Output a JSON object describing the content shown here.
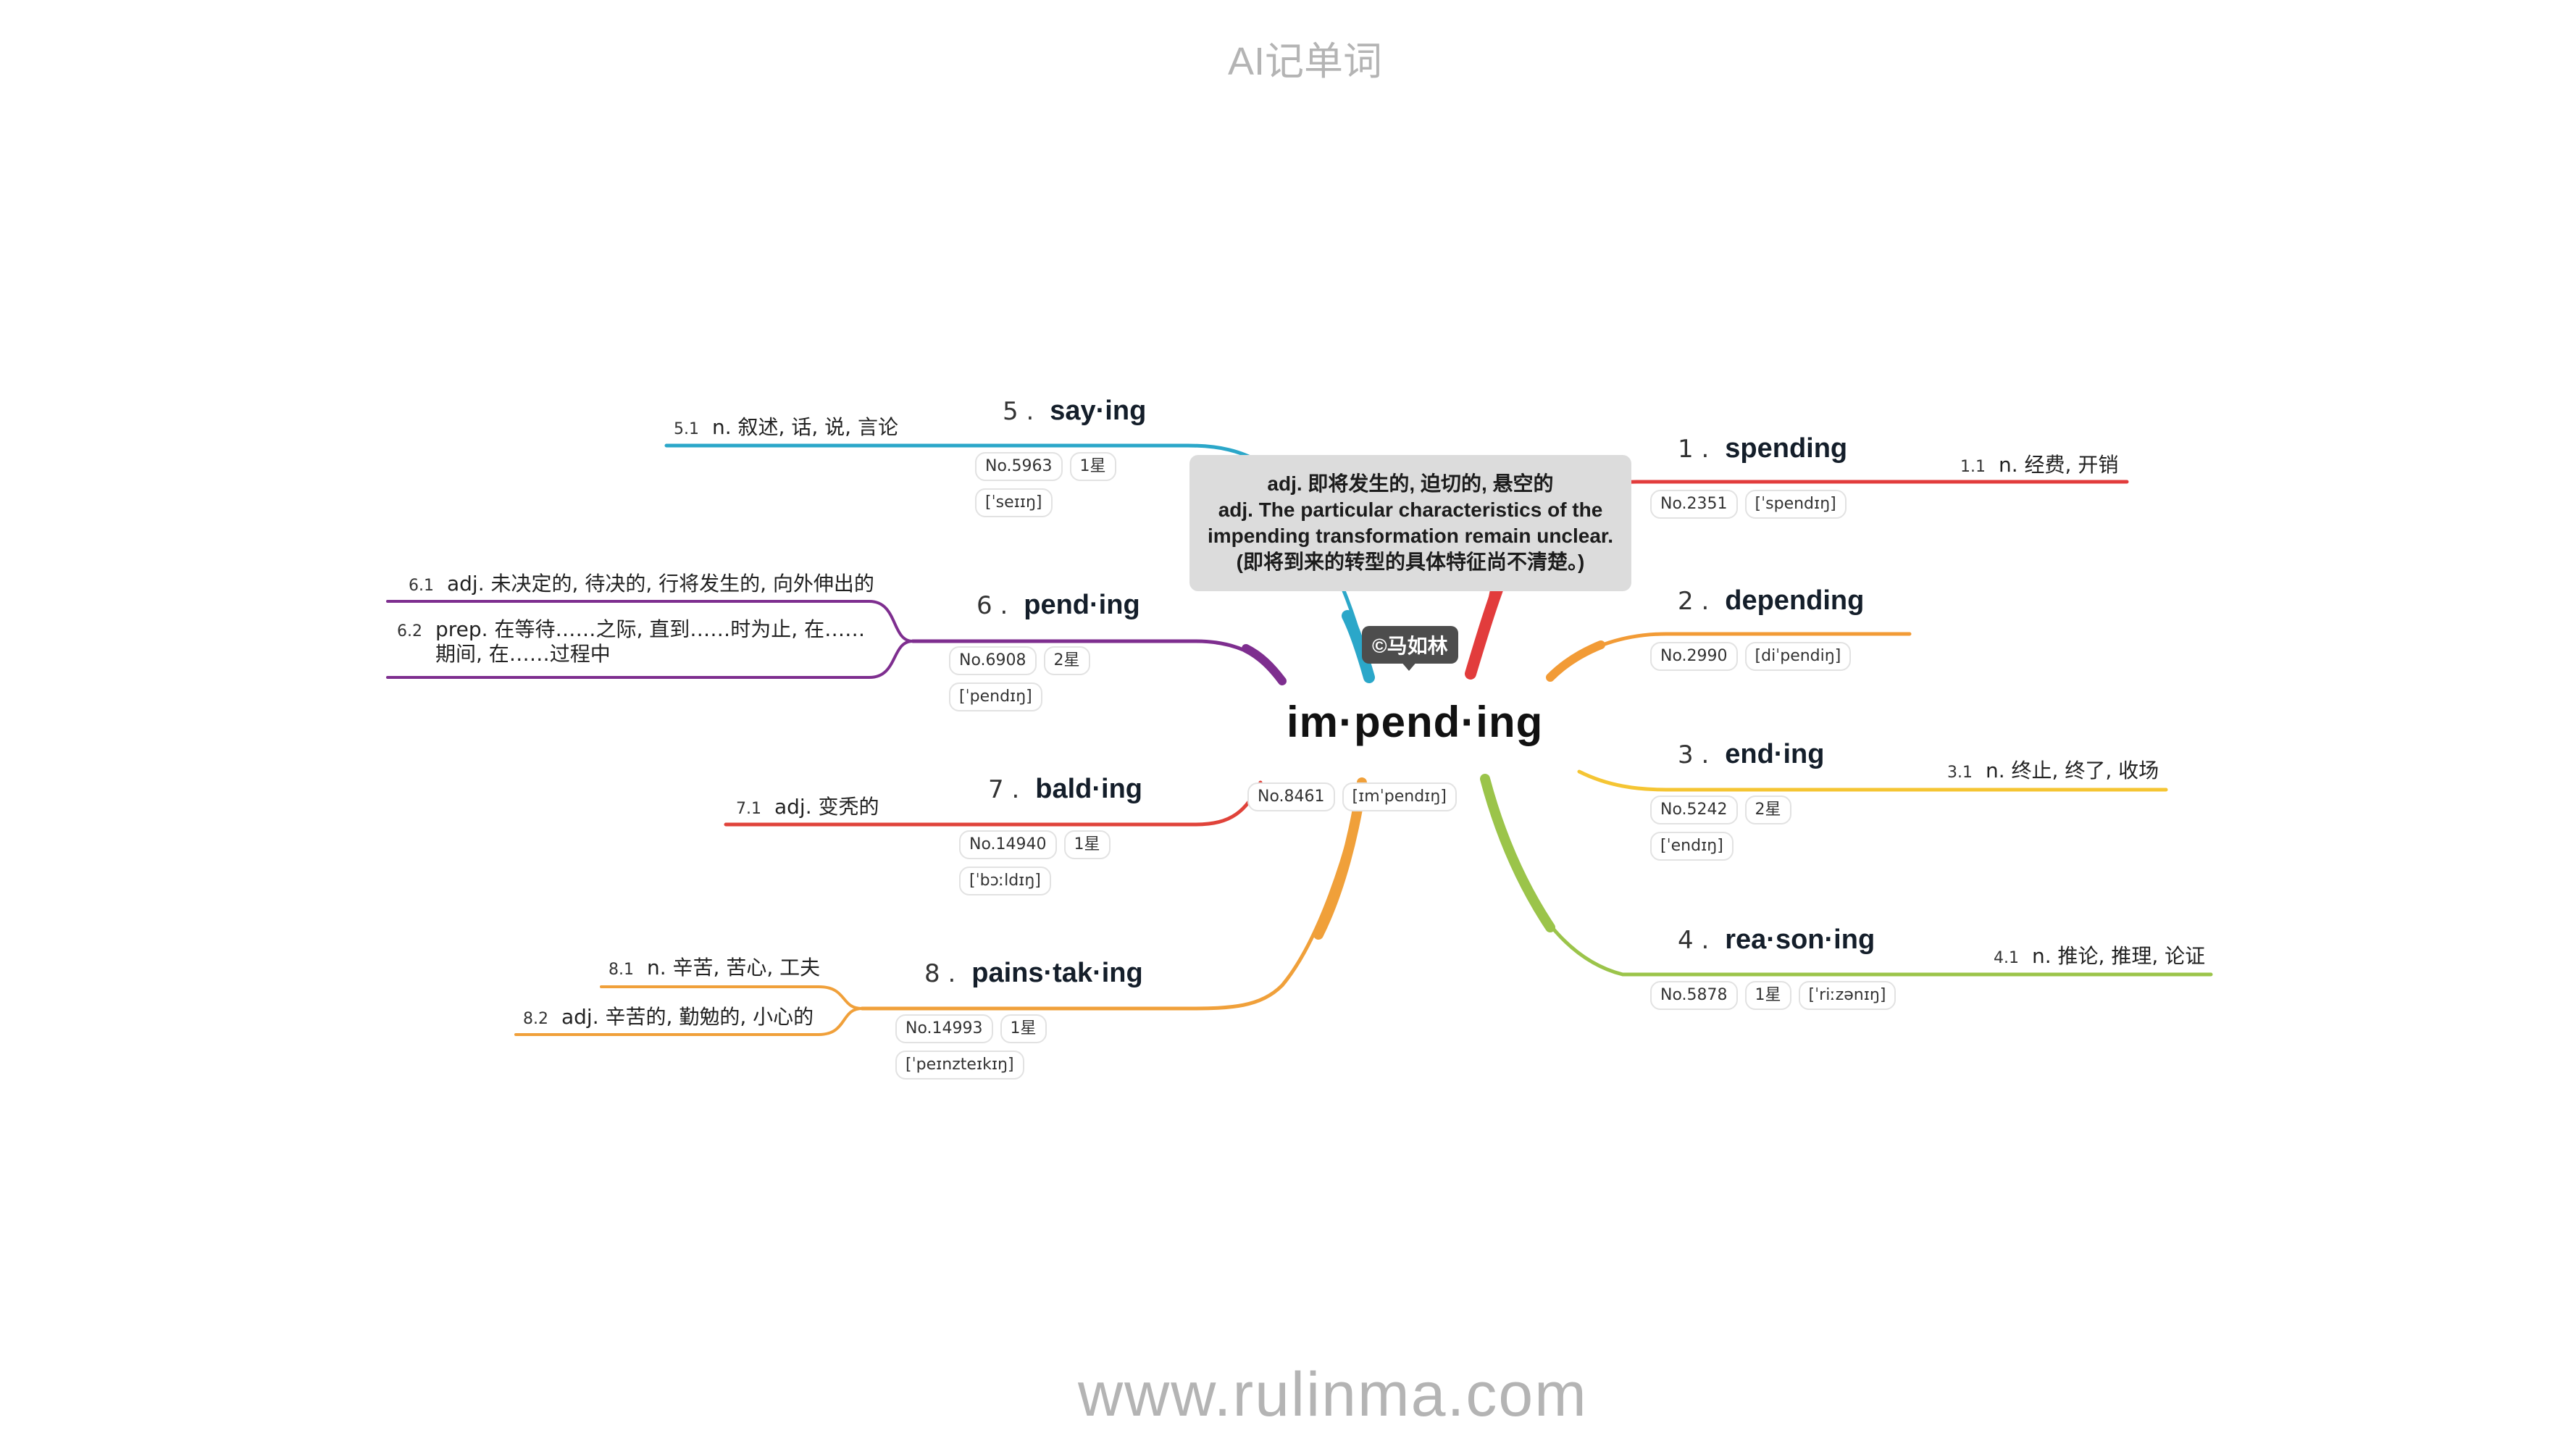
{
  "header": {
    "title": "AI记单词"
  },
  "footer": {
    "url": "www.rulinma.com"
  },
  "center": {
    "word": "im·pend·ing",
    "no": "No.8461",
    "phonetic": "[ɪmˈpendɪŋ]"
  },
  "tooltip": {
    "line1": "adj. 即将发生的, 迫切的, 悬空的",
    "line2": "adj. The particular characteristics of the impending transformation remain unclear. (即将到来的转型的具体特征尚不清楚。)"
  },
  "badge": {
    "text": "©马如林"
  },
  "colors": {
    "spending": "#e23c3c",
    "depending": "#f29b36",
    "ending": "#f5c533",
    "reasoning": "#9bc44a",
    "saying": "#2ba7c9",
    "pending": "#7e2e8f",
    "balding": "#e0433a",
    "painstaking": "#f0a03a"
  },
  "words": {
    "spending": {
      "num": "1 .",
      "word": "spending",
      "tags": [
        "No.2351",
        "[ˈspendɪŋ]"
      ],
      "meanings": [
        {
          "idx": "1.1",
          "text": "n. 经费, 开销"
        }
      ]
    },
    "depending": {
      "num": "2 .",
      "word": "depending",
      "tags": [
        "No.2990",
        "[diˈpendiŋ]"
      ],
      "meanings": []
    },
    "ending": {
      "num": "3 .",
      "word": "end·ing",
      "tags": [
        "No.5242",
        "2星",
        "[ˈendɪŋ]"
      ],
      "meanings": [
        {
          "idx": "3.1",
          "text": "n. 终止, 终了, 收场"
        }
      ]
    },
    "reasoning": {
      "num": "4 .",
      "word": "rea·son·ing",
      "tags": [
        "No.5878",
        "1星",
        "[ˈriːzənɪŋ]"
      ],
      "meanings": [
        {
          "idx": "4.1",
          "text": "n. 推论, 推理, 论证"
        }
      ]
    },
    "saying": {
      "num": "5 .",
      "word": "say·ing",
      "tags": [
        "No.5963",
        "1星",
        "[ˈseɪɪŋ]"
      ],
      "meanings": [
        {
          "idx": "5.1",
          "text": "n. 叙述, 话, 说, 言论"
        }
      ]
    },
    "pending": {
      "num": "6 .",
      "word": "pend·ing",
      "tags": [
        "No.6908",
        "2星",
        "[ˈpendɪŋ]"
      ],
      "meanings": [
        {
          "idx": "6.1",
          "text": "adj. 未决定的, 待决的, 行将发生的, 向外伸出的"
        },
        {
          "idx": "6.2",
          "text": "prep. 在等待……之际, 直到……时为止, 在……期间, 在……过程中"
        }
      ]
    },
    "balding": {
      "num": "7 .",
      "word": "bald·ing",
      "tags": [
        "No.14940",
        "1星",
        "[ˈbɔːldɪŋ]"
      ],
      "meanings": [
        {
          "idx": "7.1",
          "text": "adj. 变秃的"
        }
      ]
    },
    "painstaking": {
      "num": "8 .",
      "word": "pains·tak·ing",
      "tags": [
        "No.14993",
        "1星",
        "[ˈpeɪnzteɪkɪŋ]"
      ],
      "meanings": [
        {
          "idx": "8.1",
          "text": "n. 辛苦, 苦心, 工夫"
        },
        {
          "idx": "8.2",
          "text": "adj. 辛苦的, 勤勉的, 小心的"
        }
      ]
    }
  }
}
